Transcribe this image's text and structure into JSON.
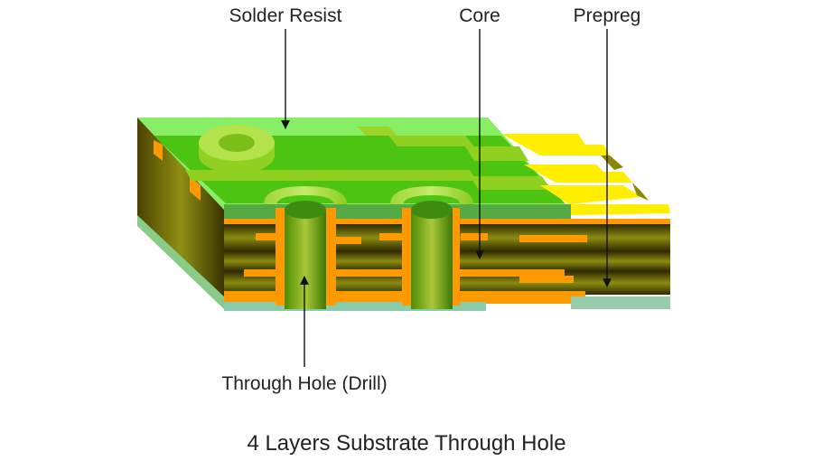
{
  "labels": {
    "solder_resist": "Solder Resist",
    "core": "Core",
    "prepreg": "Prepreg",
    "through_hole": "Through Hole (Drill)"
  },
  "caption": "4 Layers Substrate Through Hole",
  "colors": {
    "solder_resist": "#55cc22",
    "solder_resist_light": "#88ee66",
    "copper": "#ff9900",
    "dielectric_dark": "#3a3300",
    "dielectric_light": "#8a8a10",
    "gold_pad": "#ffee00",
    "barrel": "#6aa010"
  }
}
